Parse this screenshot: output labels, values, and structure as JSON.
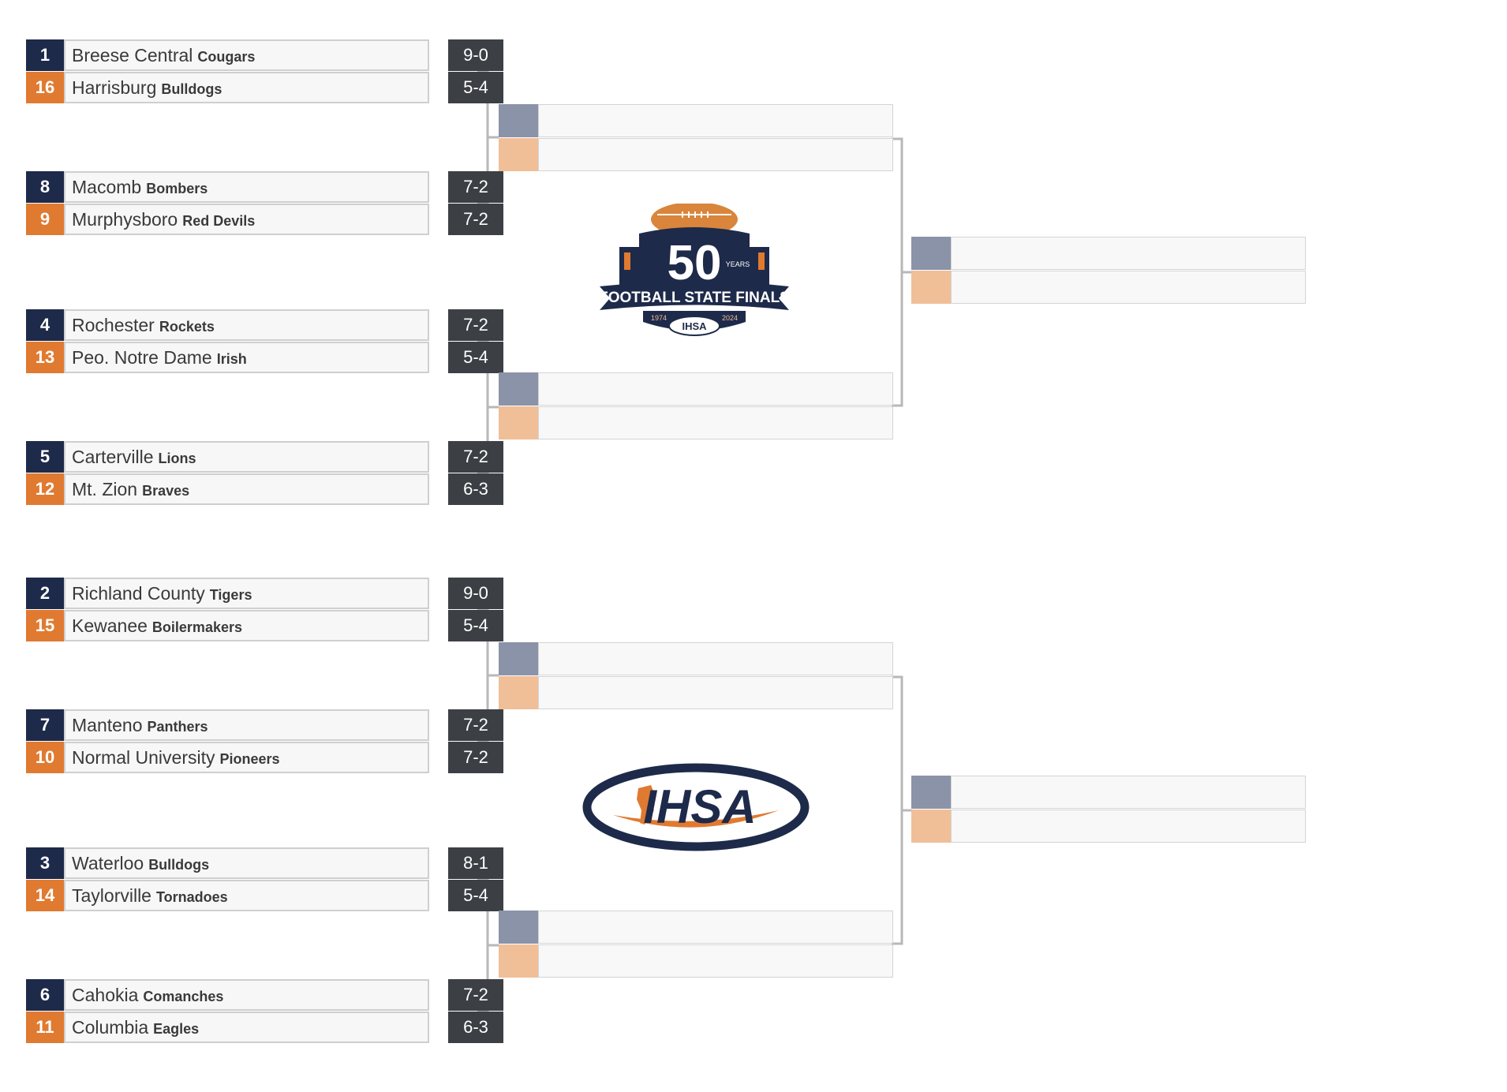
{
  "colors": {
    "navy": "#1e2a4a",
    "orange": "#e07a31",
    "navy_pale": "#8b93a8",
    "orange_pale": "#f0bf98",
    "record_bg": "#3c3f44",
    "line": "#b8b8b8"
  },
  "bracket": {
    "top_half": [
      {
        "top": {
          "seed": "1",
          "school": "Breese Central",
          "mascot": "Cougars",
          "record": "9-0"
        },
        "bottom": {
          "seed": "16",
          "school": "Harrisburg",
          "mascot": "Bulldogs",
          "record": "5-4"
        }
      },
      {
        "top": {
          "seed": "8",
          "school": "Macomb",
          "mascot": "Bombers",
          "record": "7-2"
        },
        "bottom": {
          "seed": "9",
          "school": "Murphysboro",
          "mascot": "Red Devils",
          "record": "7-2"
        }
      },
      {
        "top": {
          "seed": "4",
          "school": "Rochester",
          "mascot": "Rockets",
          "record": "7-2"
        },
        "bottom": {
          "seed": "13",
          "school": "Peo. Notre Dame",
          "mascot": "Irish",
          "record": "5-4"
        }
      },
      {
        "top": {
          "seed": "5",
          "school": "Carterville",
          "mascot": "Lions",
          "record": "7-2"
        },
        "bottom": {
          "seed": "12",
          "school": "Mt. Zion",
          "mascot": "Braves",
          "record": "6-3"
        }
      }
    ],
    "bottom_half": [
      {
        "top": {
          "seed": "2",
          "school": "Richland County",
          "mascot": "Tigers",
          "record": "9-0"
        },
        "bottom": {
          "seed": "15",
          "school": "Kewanee",
          "mascot": "Boilermakers",
          "record": "5-4"
        }
      },
      {
        "top": {
          "seed": "7",
          "school": "Manteno",
          "mascot": "Panthers",
          "record": "7-2"
        },
        "bottom": {
          "seed": "10",
          "school": "Normal University",
          "mascot": "Pioneers",
          "record": "7-2"
        }
      },
      {
        "top": {
          "seed": "3",
          "school": "Waterloo",
          "mascot": "Bulldogs",
          "record": "8-1"
        },
        "bottom": {
          "seed": "14",
          "school": "Taylorville",
          "mascot": "Tornadoes",
          "record": "5-4"
        }
      },
      {
        "top": {
          "seed": "6",
          "school": "Cahokia",
          "mascot": "Comanches",
          "record": "7-2"
        },
        "bottom": {
          "seed": "11",
          "school": "Columbia",
          "mascot": "Eagles",
          "record": "6-3"
        }
      }
    ]
  },
  "logos": {
    "anniversary": {
      "number": "50",
      "years": "YEARS",
      "banner": "FOOTBALL STATE FINALS",
      "start_year": "1974",
      "end_year": "2024",
      "org": "IHSA"
    },
    "ihsa": {
      "text": "IHSA"
    }
  }
}
